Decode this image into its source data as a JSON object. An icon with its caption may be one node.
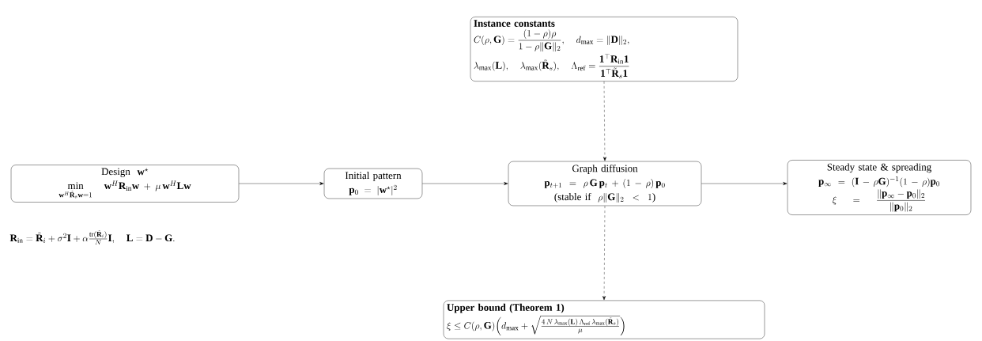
{
  "diagram": {
    "nodes": [
      {
        "text": [
          "Instance constants",
          "C(\\rho,\\mathbf{G}) = \\dfrac{(1-\\rho)\\rho}{1-\\rho\\|\\mathbf{G}\\|_2},\\quad d_{\\max}=\\|\\mathbf{D}\\|_2,",
          "\\lambda_{\\max}(\\mathbf{L}),\\quad \\lambda_{\\max}(\\tilde{\\mathbf{R}}_s),\\quad \\Lambda_{\\mathrm{ref}}=\\dfrac{\\mathbf{1}^\\top\\mathbf{R}_{\\mathrm{in}}\\mathbf{1}}{\\mathbf{1}^\\top\\tilde{\\mathbf{R}}_s\\mathbf{1}}"
        ]
      },
      {
        "text": [
          "\\text{Design}\\ \\ \\mathbf{w}^{\\star}",
          "\\min\\limits_{\\mathbf{w}^H\\tilde{\\mathbf{R}}_s\\mathbf{w}=1}\\quad \\mathbf{w}^H\\mathbf{R}_{\\mathrm{in}}\\mathbf{w}+\\mu\\,\\mathbf{w}^H\\mathbf{L}\\mathbf{w}"
        ]
      },
      {
        "text": [
          "Initial pattern",
          "\\mathbf{p}_0=|\\mathbf{w}^{\\star}|^2"
        ]
      },
      {
        "text": [
          "Graph diffusion",
          "\\mathbf{p}_{t+1}=\\rho\\,\\mathbf{G}\\,\\mathbf{p}_t+(1-\\rho)\\,\\mathbf{p}_0",
          "\\text{(stable if }\\ \\rho\\|\\mathbf{G}\\|_2<1\\text{)}"
        ]
      },
      {
        "text": [
          "Steady state & spreading",
          "\\mathbf{p}_\\infty=(\\mathbf{I}-\\rho\\mathbf{G})^{-1}(1-\\rho)\\mathbf{p}_0",
          "\\xi\\;=\\;\\dfrac{\\|\\mathbf{p}_\\infty-\\mathbf{p}_0\\|_2}{\\|\\mathbf{p}_0\\|_2}"
        ]
      },
      {
        "text": [
          "Upper bound (Theorem 1)",
          "\\xi\\le C(\\rho,\\mathbf{G})\\Big(d_{\\max}+\\sqrt{\\tfrac{4\\,N\\,\\lambda_{\\max}(\\mathbf{L})\\,\\Lambda_{\\mathrm{ref}}\\,\\lambda_{\\max}(\\tilde{\\mathbf{R}}_s)}{\\mu}}\\Big)"
        ]
      }
    ],
    "edges": [
      {
        "from": 1,
        "to": 2,
        "arrow": "to"
      },
      {
        "from": 2,
        "to": 3,
        "arrow": "to"
      },
      {
        "from": 3,
        "to": 4,
        "arrow": "to"
      },
      {
        "from": 0,
        "to": 3,
        "arrow": "to",
        "style": "dashed"
      },
      {
        "from": 3,
        "to": 5,
        "arrow": "to",
        "style": "dashed"
      }
    ],
    "labels": [
      "\\mathbf{R}_{\\mathrm{in}}=\\tilde{\\mathbf{R}}_i+\\sigma^2\\mathbf{I}+\\alpha\\tfrac{\\mathrm{tr}(\\tilde{\\mathbf{R}}_i)}{N}\\mathbf{I},\\quad \\mathbf{L}=\\mathbf{D}-\\mathbf{G}."
    ]
  }
}
